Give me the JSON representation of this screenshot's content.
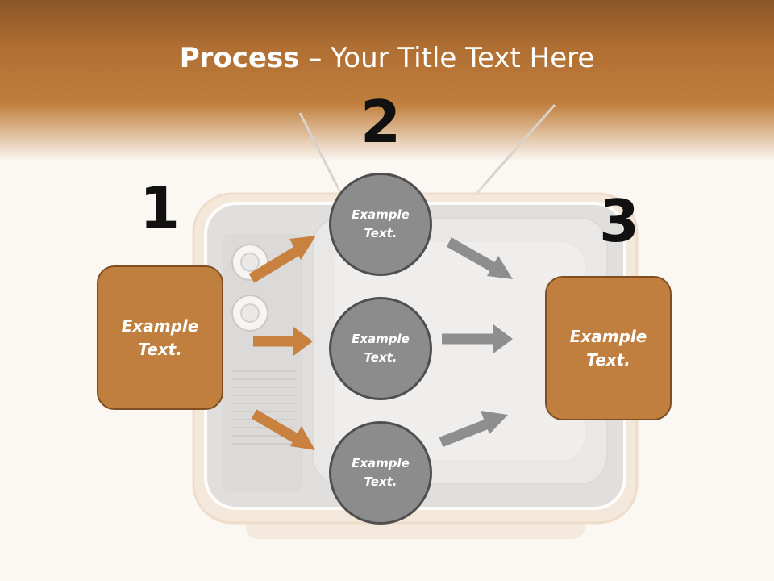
{
  "title": {
    "bold": "Process",
    "rest": " – Your Title Text Here"
  },
  "steps": {
    "one": "1",
    "two": "2",
    "three": "3"
  },
  "left_box": {
    "text": "Example Text."
  },
  "right_box": {
    "text": "Example Text."
  },
  "circles": [
    {
      "text": "Example Text."
    },
    {
      "text": "Example Text."
    },
    {
      "text": "Example Text."
    }
  ],
  "colors": {
    "accent_orange": "#c07f3e",
    "circle_gray": "#8c8c8c",
    "arrow_orange": "#c9813f",
    "arrow_gray": "#8e8e8e"
  }
}
